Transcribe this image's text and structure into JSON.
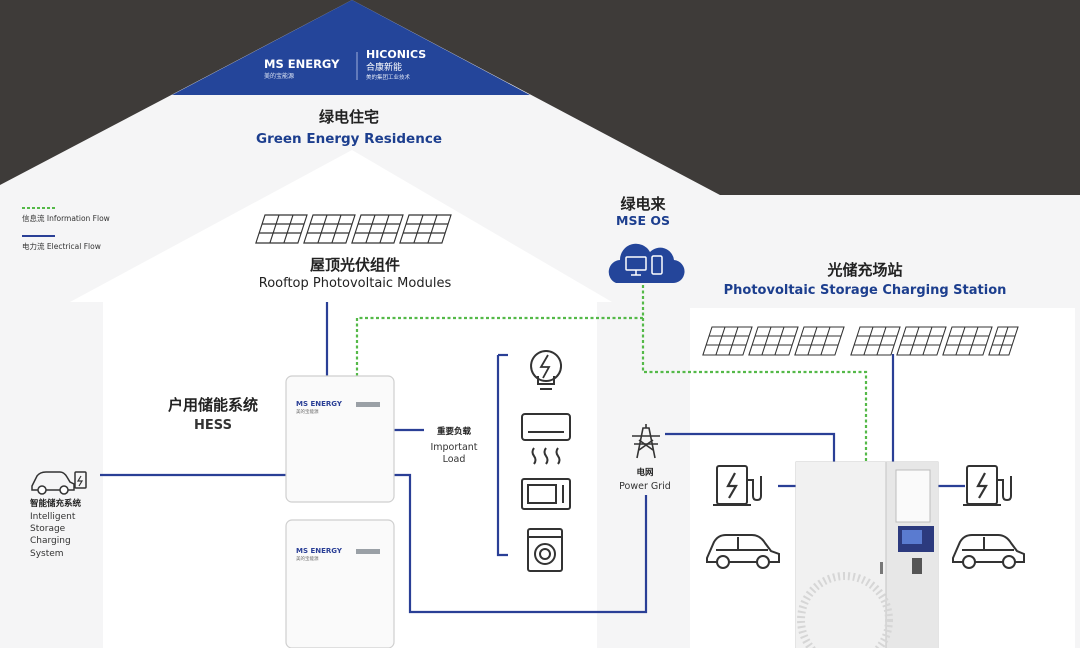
{
  "logos": {
    "ms_energy": "MS ENERGY",
    "ms_energy_cn": "美的宝能源",
    "hiconics": "HICONICS",
    "hiconics_cn": "合康新能",
    "hiconics_sub": "美的集团工业技术"
  },
  "residence": {
    "title_cn": "绿电住宅",
    "title_en": "Green Energy Residence"
  },
  "legend": {
    "info_flow": "信息流 Information Flow",
    "electrical_flow": "电力流 Electrical Flow",
    "info_color": "#54b948",
    "electrical_color": "#2a3f96"
  },
  "pv_modules": {
    "title_cn": "屋顶光伏组件",
    "title_en": "Rooftop Photovoltaic Modules"
  },
  "mse_os": {
    "title_cn": "绿电来",
    "title_en": "MSE OS",
    "icon": "cloud-monitor-phone-icon"
  },
  "station": {
    "title_cn": "光储充场站",
    "title_en": "Photovoltaic Storage Charging Station"
  },
  "hess": {
    "title_cn": "户用储能系统",
    "title_en": "HESS",
    "unit_brand": "MS ENERGY",
    "unit_brand_cn": "美的宝能源"
  },
  "important_load": {
    "title_cn": "重要负载",
    "title_en_1": "Important",
    "title_en_2": "Load",
    "icons": [
      "light-bulb-icon",
      "air-conditioner-icon",
      "microwave-icon",
      "washing-machine-icon"
    ]
  },
  "power_grid": {
    "title_cn": "电网",
    "title_en": "Power Grid",
    "icon": "transmission-tower-icon"
  },
  "intelligent_storage": {
    "line1": "智能储充系统",
    "line2": "Intelligent",
    "line3": "Storage",
    "line4": "Charging",
    "line5": "System"
  },
  "colors": {
    "dark_bg": "#3e3b39",
    "roof_blue": "#24459a",
    "line_blue": "#2a3f96",
    "line_green": "#54b948"
  }
}
